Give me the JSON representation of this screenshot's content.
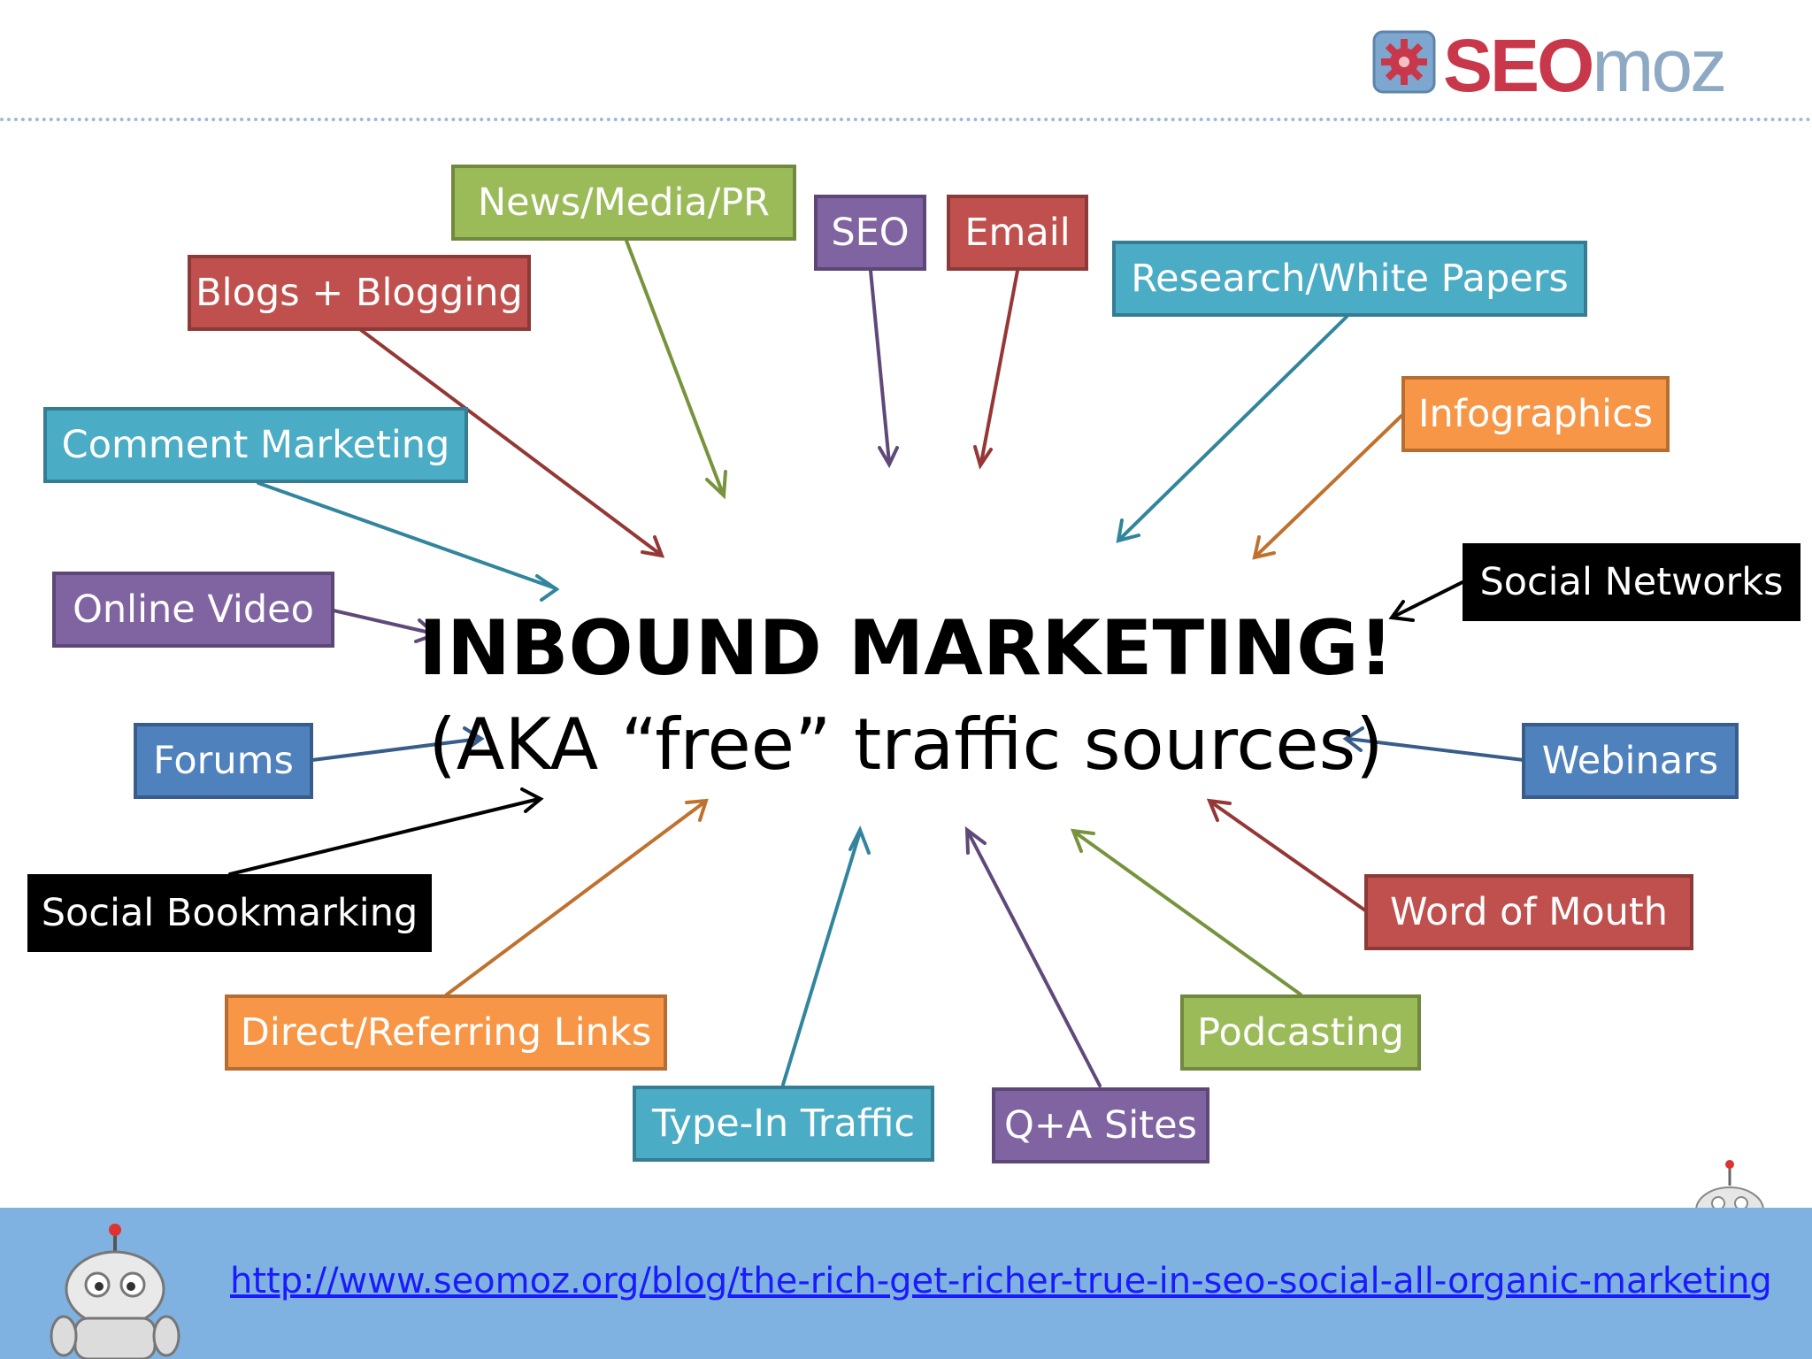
{
  "logo": {
    "seo": "SEO",
    "moz": "moz"
  },
  "title": "INBOUND MARKETING!",
  "subtitle": "(AKA “free” traffic sources)",
  "sources": {
    "news": "News/Media/PR",
    "seo": "SEO",
    "email": "Email",
    "blogs": "Blogs + Blogging",
    "research": "Research/White Papers",
    "comment": "Comment Marketing",
    "infographics": "Infographics",
    "video": "Online Video",
    "social_networks": "Social Networks",
    "forums": "Forums",
    "webinars": "Webinars",
    "social_bookmarking": "Social Bookmarking",
    "word_of_mouth": "Word of Mouth",
    "direct_links": "Direct/Referring Links",
    "podcasting": "Podcasting",
    "type_in": "Type-In Traffic",
    "qa": "Q+A Sites"
  },
  "footer": {
    "link": "http://www.seomoz.org/blog/the-rich-get-richer-true-in-seo-social-all-organic-marketing"
  },
  "colors": {
    "red": "#c0504d",
    "green": "#9bbb59",
    "purple": "#8064a2",
    "teal": "#4bacc6",
    "orange": "#f79646",
    "blue": "#4f81bd",
    "black": "#000000",
    "footer": "#7fb2e0"
  }
}
